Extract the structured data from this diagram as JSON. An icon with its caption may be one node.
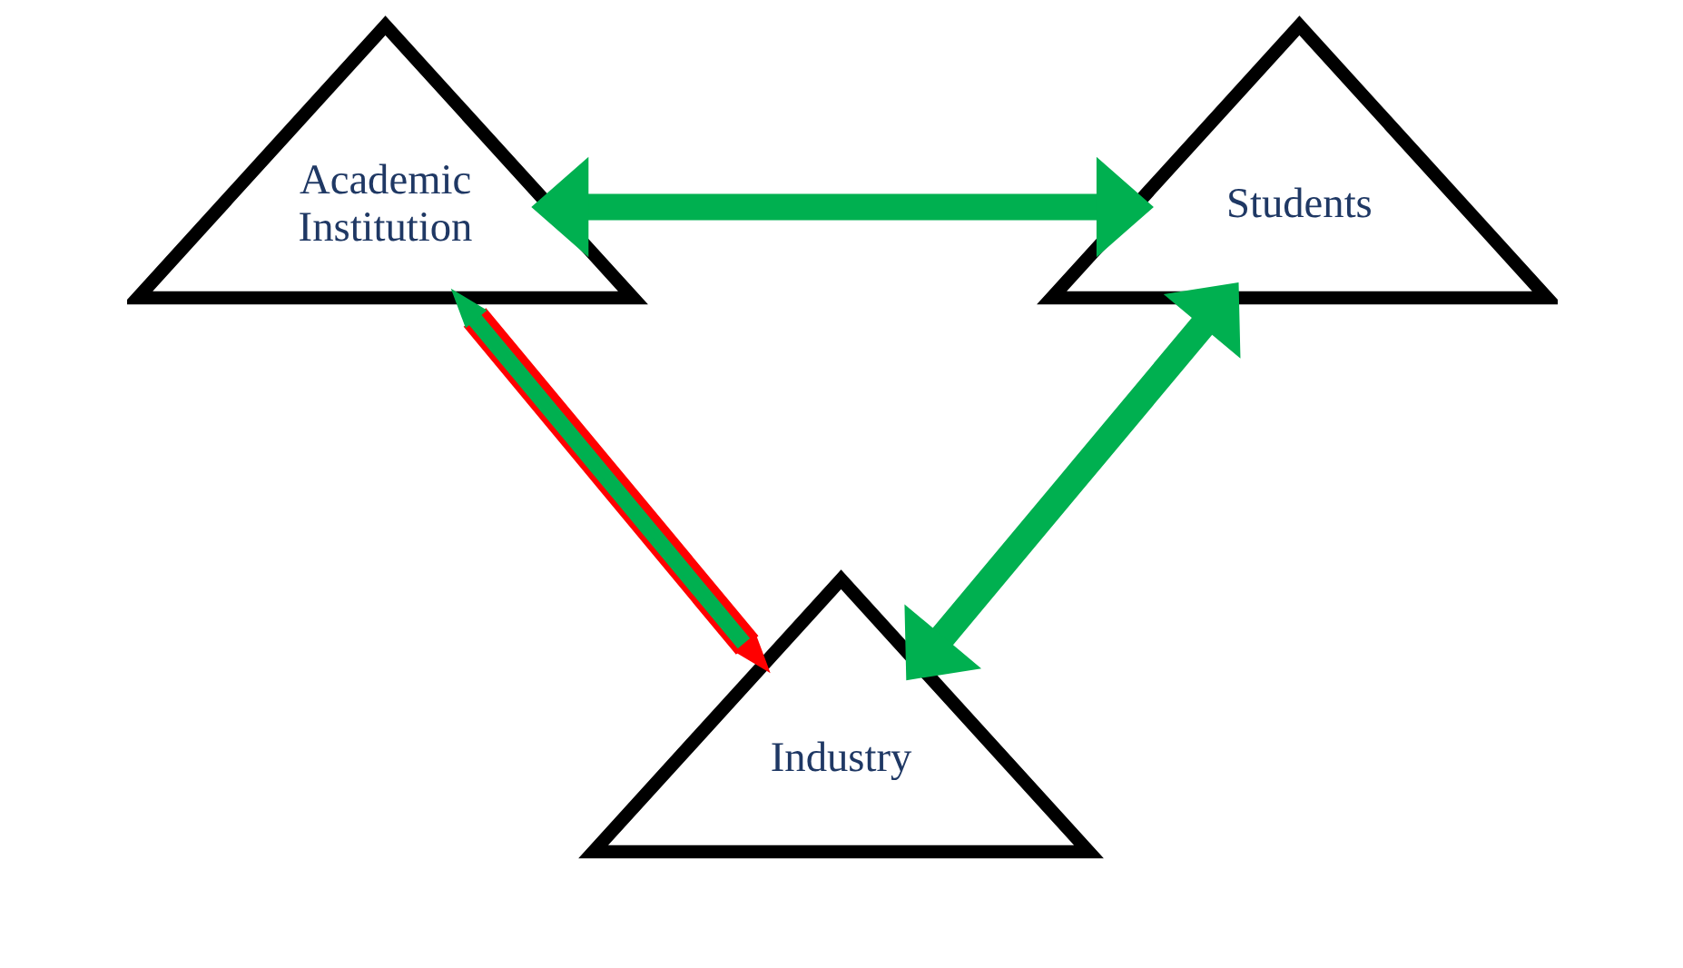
{
  "diagram": {
    "nodes": [
      {
        "text": [
          "Academic Institution"
        ]
      },
      {
        "text": [
          "Students"
        ]
      },
      {
        "text": [
          "Industry"
        ]
      }
    ],
    "edges": [
      {
        "from": 0,
        "to": 1,
        "arrow": "both"
      },
      {
        "from": 0,
        "to": 2,
        "arrow": "both",
        "color": "#ff0000"
      },
      {
        "from": 1,
        "to": 2,
        "arrow": "both"
      }
    ]
  }
}
